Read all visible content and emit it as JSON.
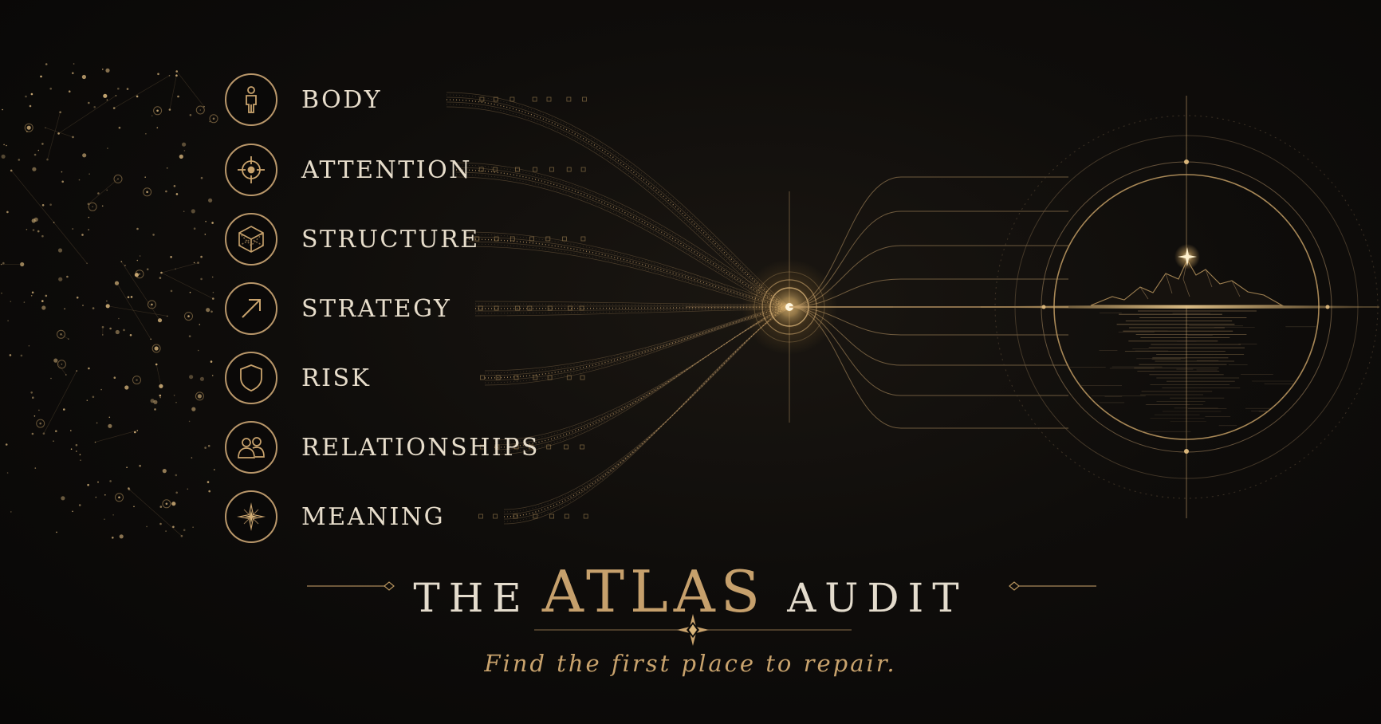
{
  "pillars": [
    {
      "label": "BODY",
      "icon": "person-icon"
    },
    {
      "label": "ATTENTION",
      "icon": "crosshair-icon"
    },
    {
      "label": "STRUCTURE",
      "icon": "cube-icon"
    },
    {
      "label": "STRATEGY",
      "icon": "arrow-up-right-icon"
    },
    {
      "label": "RISK",
      "icon": "shield-icon"
    },
    {
      "label": "RELATIONSHIPS",
      "icon": "people-icon"
    },
    {
      "label": "MEANING",
      "icon": "compass-star-icon"
    }
  ],
  "title": {
    "prefix": "THE",
    "main": "ATLAS",
    "suffix": "AUDIT"
  },
  "tagline": "Find the first place to repair.",
  "colors": {
    "background": "#0b0a09",
    "gold": "#c6a06c",
    "cream": "#e7ddcb"
  }
}
